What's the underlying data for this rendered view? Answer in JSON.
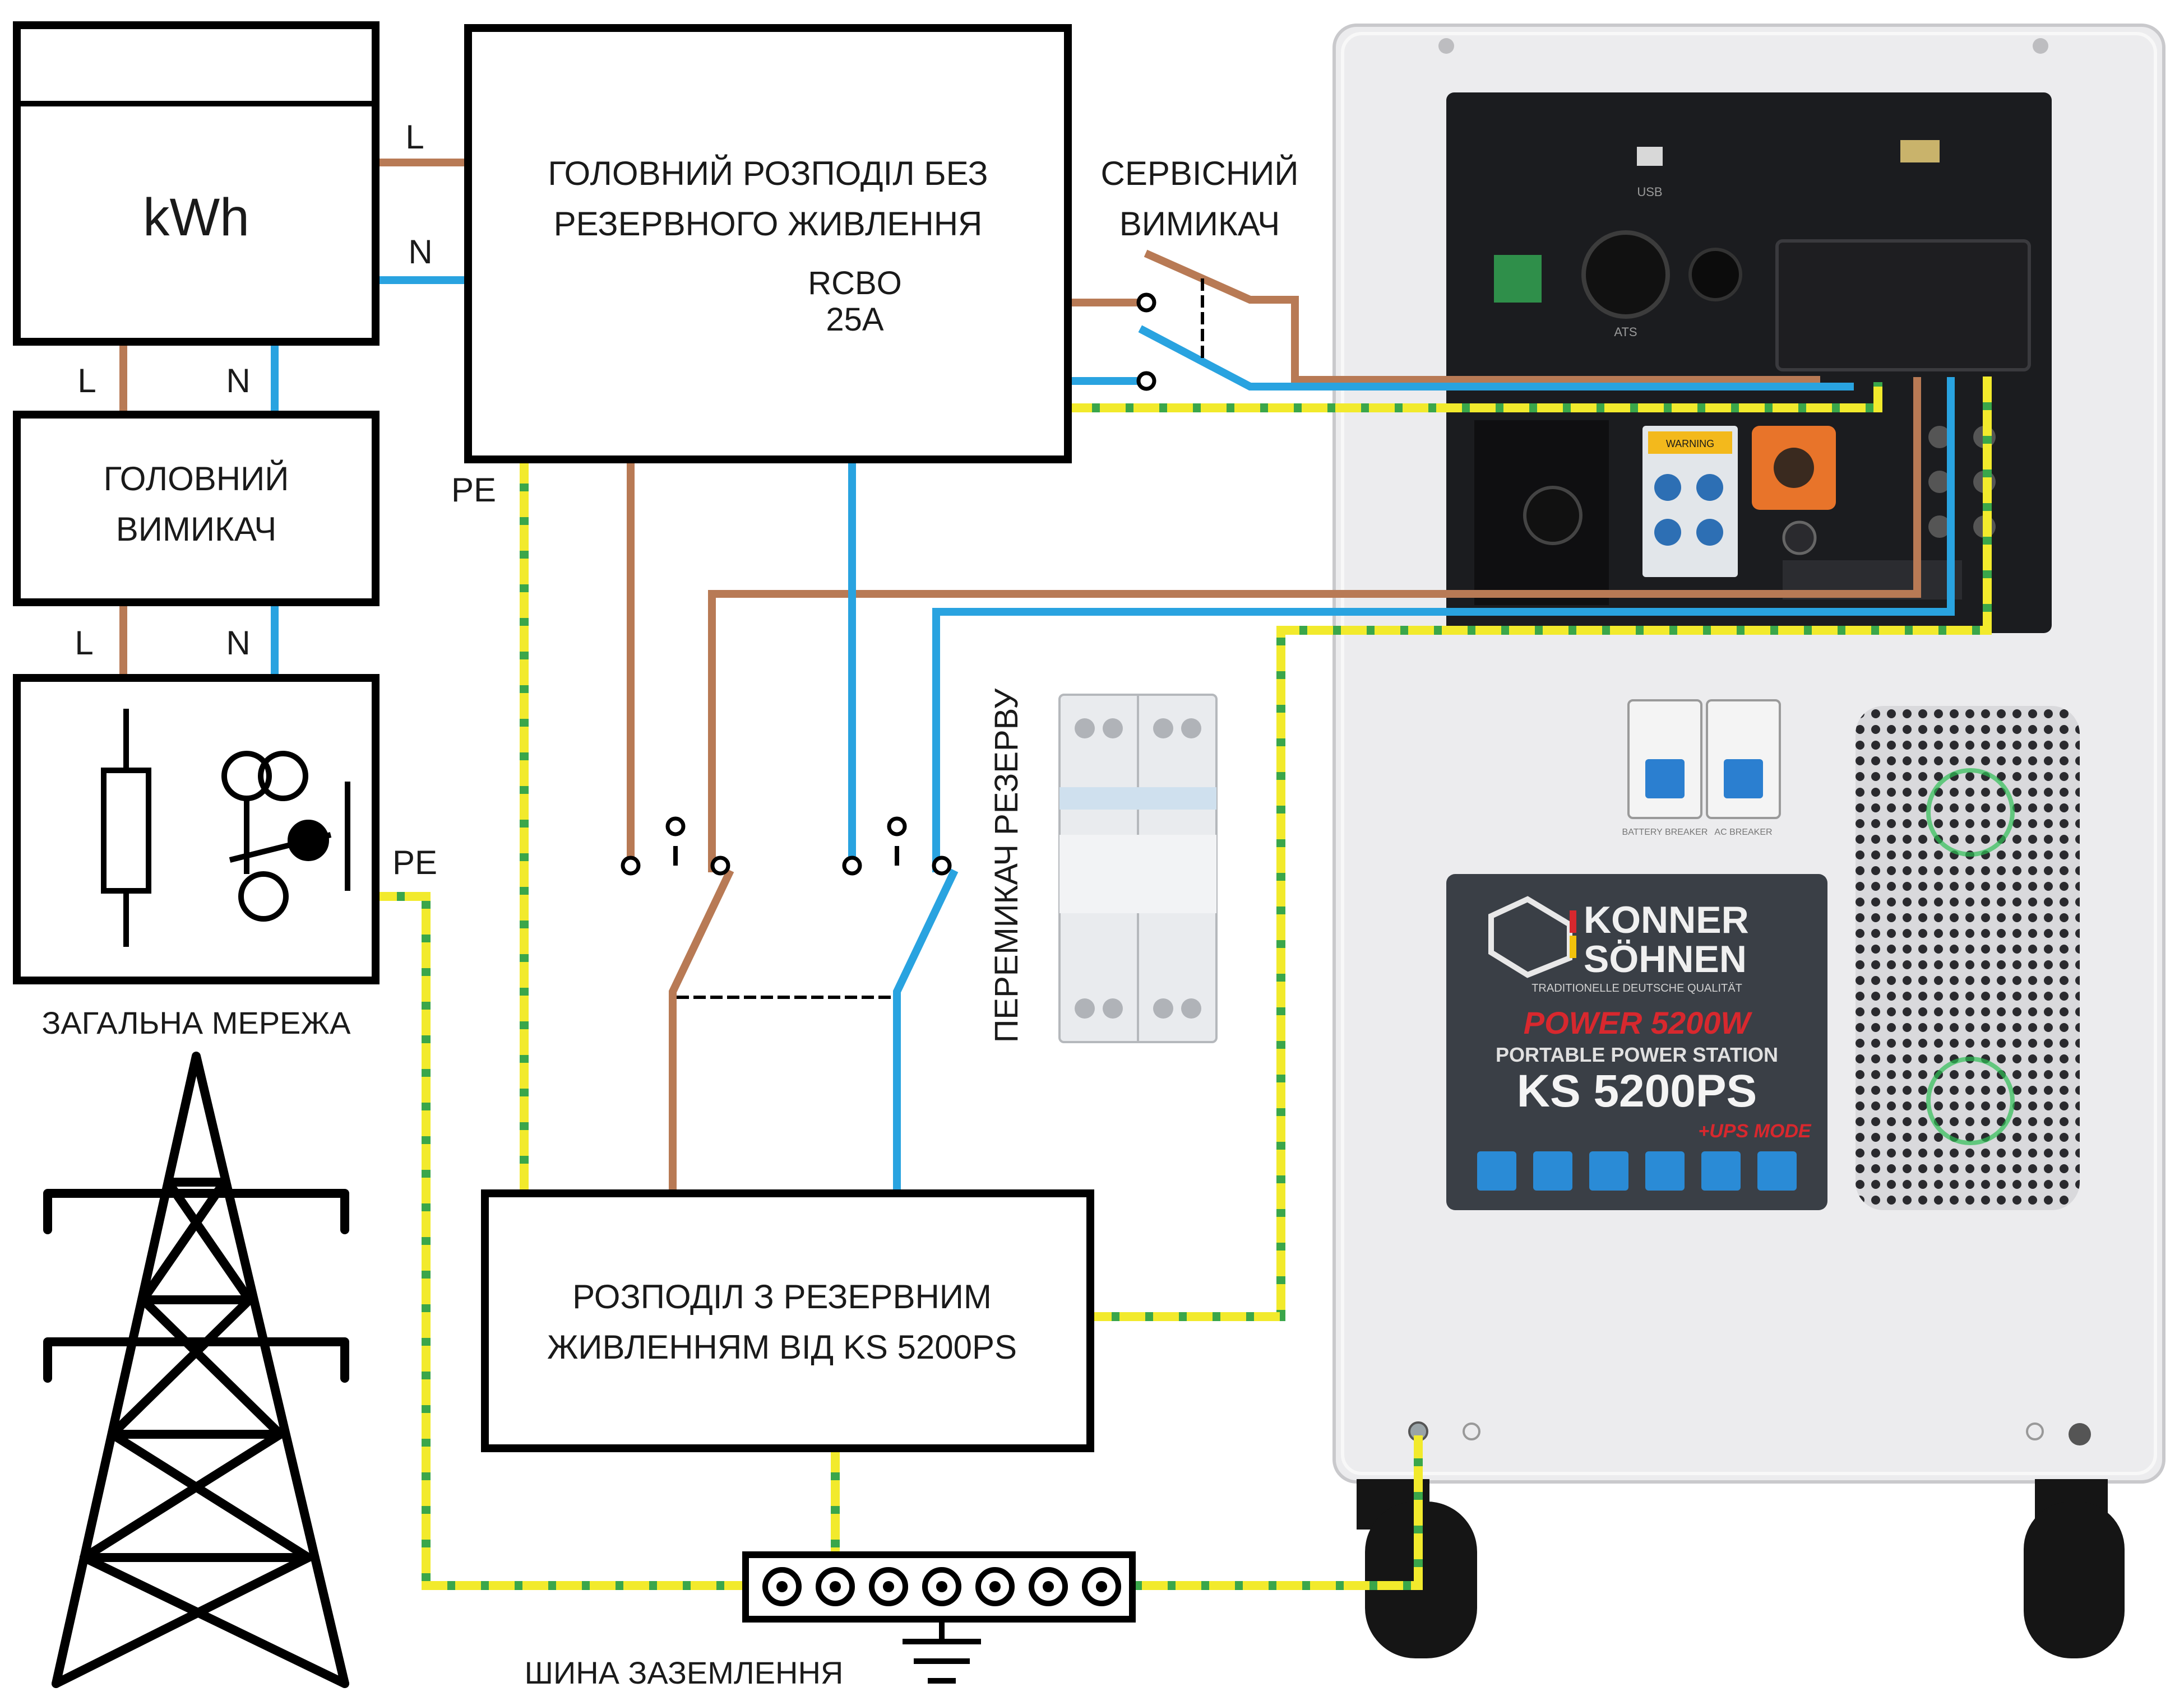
{
  "meter": {
    "label": "kWh"
  },
  "wire_labels": {
    "meter_l": "L",
    "meter_n": "N",
    "meter_down_l": "L",
    "meter_down_n": "N",
    "breaker_down_l": "L",
    "breaker_down_n": "N",
    "pe_main": "PE",
    "pe_grid": "PE"
  },
  "main_panel": {
    "line1": "ГОЛОВНИЙ РОЗПОДІЛ БЕЗ",
    "line2": "РЕЗЕРВНОГО ЖИВЛЕННЯ",
    "rcbo1": "RCBO",
    "rcbo2": "25A"
  },
  "service_switch": {
    "line1": "СЕРВІСНИЙ",
    "line2": "ВИМИКАЧ"
  },
  "main_breaker": {
    "line1": "ГОЛОВНИЙ",
    "line2": "ВИМИКАЧ"
  },
  "grid": {
    "label": "ЗАГАЛЬНА МЕРЕЖА"
  },
  "backup_panel": {
    "line1": "РОЗПОДІЛ З РЕЗЕРВНИМ",
    "line2": "ЖИВЛЕННЯМ ВІД KS 5200PS"
  },
  "transfer_switch": {
    "label": "ПЕРЕМИКАЧ РЕЗЕРВУ"
  },
  "ground_bus": {
    "label": "ШИНА ЗАЗЕМЛЕННЯ"
  },
  "station": {
    "brand1": "KONNER",
    "brand2": "SÖHNEN",
    "tagline": "TRADITIONELLE DEUTSCHE QUALITÄT",
    "power": "POWER 5200W",
    "subtitle": "PORTABLE POWER STATION",
    "model": "KS 5200PS",
    "ups": "+UPS MODE",
    "usb": "USB",
    "ats": "ATS",
    "warning": "WARNING",
    "breaker1": "BATTERY BREAKER",
    "breaker2": "AC BREAKER"
  },
  "colors": {
    "live": "#b87a55",
    "neutral": "#29a3e0",
    "pe_green": "#3aa64a",
    "pe_yellow": "#f2ea2c",
    "outline": "#000000",
    "cabinet": "#ececee",
    "panel_dark": "#1b1c1f",
    "nameplate": "#3a3f46",
    "accent_red": "#d8282e",
    "knob_orange": "#e8742a"
  }
}
